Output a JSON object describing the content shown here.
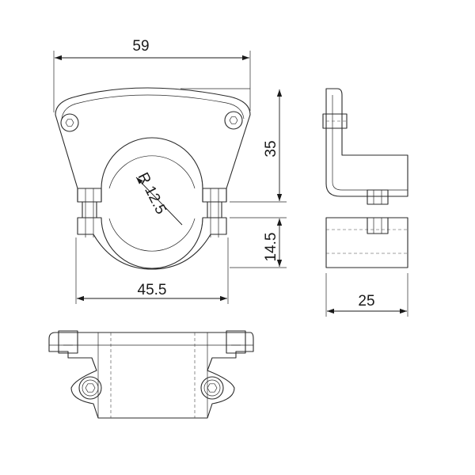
{
  "dimensions": {
    "width_top": "59",
    "height_right": "35",
    "radius": "R 12.5",
    "gap": "14.5",
    "width_bottom": "45.5",
    "depth": "25"
  }
}
